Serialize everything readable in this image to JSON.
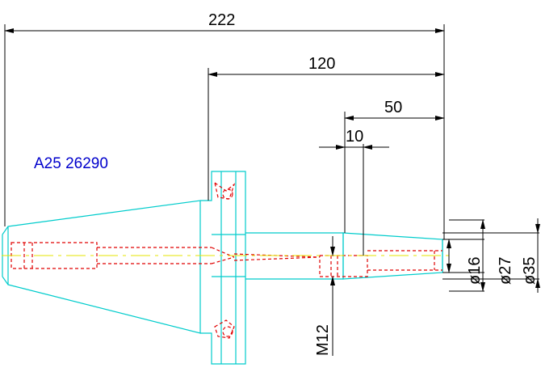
{
  "drawing": {
    "part_label": "A25 26290",
    "dimensions": {
      "overall_length": "222",
      "shank_length": "120",
      "collet_length": "50",
      "thread_depth": "10",
      "bore_diameter": "ø16",
      "mid_diameter": "ø27",
      "outer_diameter": "ø35",
      "thread": "M12"
    }
  },
  "colors": {
    "outline": "#00cccc",
    "hidden": "#e00000",
    "centerline": "#e6e600",
    "dimension": "#000000",
    "label": "#0000cc",
    "background": "#ffffff"
  }
}
